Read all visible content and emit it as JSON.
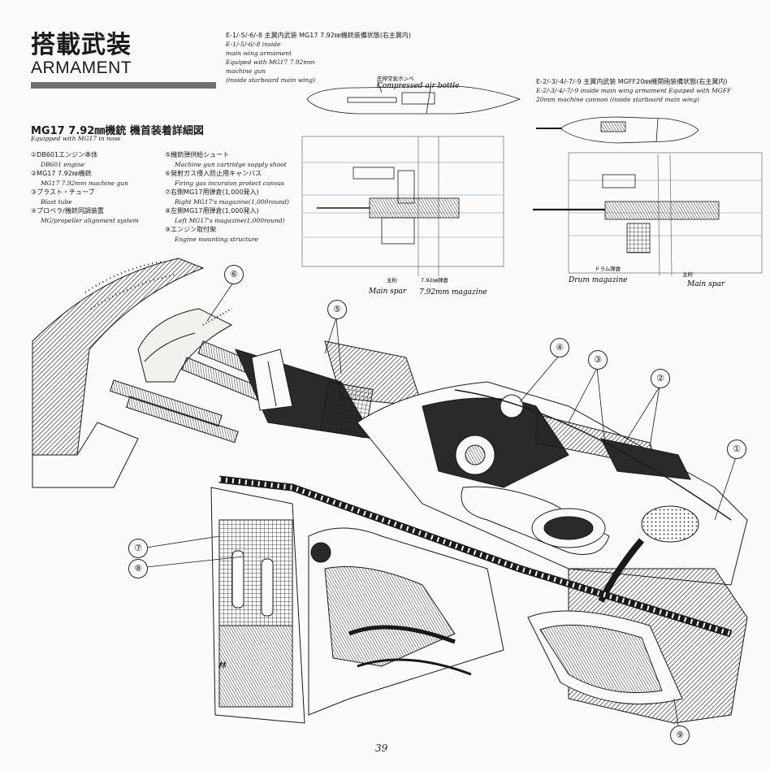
{
  "header": {
    "title_jp": "搭載武装",
    "title_en": "ARMAMENT"
  },
  "wing_mg17": {
    "jp": "E-1/-5/-6/-8 主翼内武装 MG17 7.92㎜機銃装備状態(右主翼内)",
    "en_lines": [
      "E-1/-5/-6/-8 inside",
      "main wing armament",
      "Equiped with MG17 7.92mm",
      "machine gun",
      "(inside starboard main wing)"
    ],
    "label_air_jp": "圧搾空気ボンベ",
    "label_air": "Compressed air bottle",
    "label_spar_jp": "主桁",
    "label_spar": "Main spar",
    "label_mag_jp": "7.92㎜弾倉",
    "label_mag": "7.92mm magazine"
  },
  "wing_mgff": {
    "jp": "E-2/-3/-4/-7/-9 主翼内武装 MGFF20㎜機関砲装備状態(右主翼内)",
    "en_lines": [
      "E-2/-3/-4/-7/-9 inside main wing armament Equiped with MGFF",
      "20mm machine cannon (inside starboard main wing)"
    ],
    "label_drum_jp": "ドラム弾倉",
    "label_drum": "Drum magazine",
    "label_spar_jp": "主桁",
    "label_spar": "Main spar"
  },
  "nose_section": {
    "title": "MG17 7.92㎜機銃 機首装着詳細図",
    "subtitle": "Equipped with MG17 in nose",
    "legend_left": [
      {
        "jp": "①DB601エンジン本体",
        "en": "DB601 engine"
      },
      {
        "jp": "②MG17 7.92㎜機銃",
        "en": "MG17 7.92mm machine gun"
      },
      {
        "jp": "③ブラスト・チューブ",
        "en": "Blast tube"
      },
      {
        "jp": "④プロペラ/機銃同調装置",
        "en": "MG/propeller alignment system"
      }
    ],
    "legend_right": [
      {
        "jp": "⑤機銃弾供給シュート",
        "en": "Machine gun cartridge supply shoot"
      },
      {
        "jp": "⑥発射ガス侵入防止用キャンバス",
        "en": "Firing gas incursion protect canvas"
      },
      {
        "jp": "⑦右側MG17用弾倉(1,000発入)",
        "en": "Right MG17's magazine(1,000round)"
      },
      {
        "jp": "⑧左側MG17用弾倉(1,000発入)",
        "en": "Left MG17's magazine(1,000round)"
      },
      {
        "jp": "⑨エンジン取付架",
        "en": "Engine mounting structure"
      }
    ]
  },
  "callouts": [
    "①",
    "②",
    "③",
    "④",
    "⑤",
    "⑥",
    "⑦",
    "⑧",
    "⑨"
  ],
  "artist_signature": "林",
  "page_number": "39",
  "colors": {
    "ink": "#1a1a1a",
    "paper": "#fbfbf9",
    "rule_gray": "#6f6f6f",
    "ref_red": "#c9a0a0",
    "ref_blue": "#9fb0cf"
  }
}
